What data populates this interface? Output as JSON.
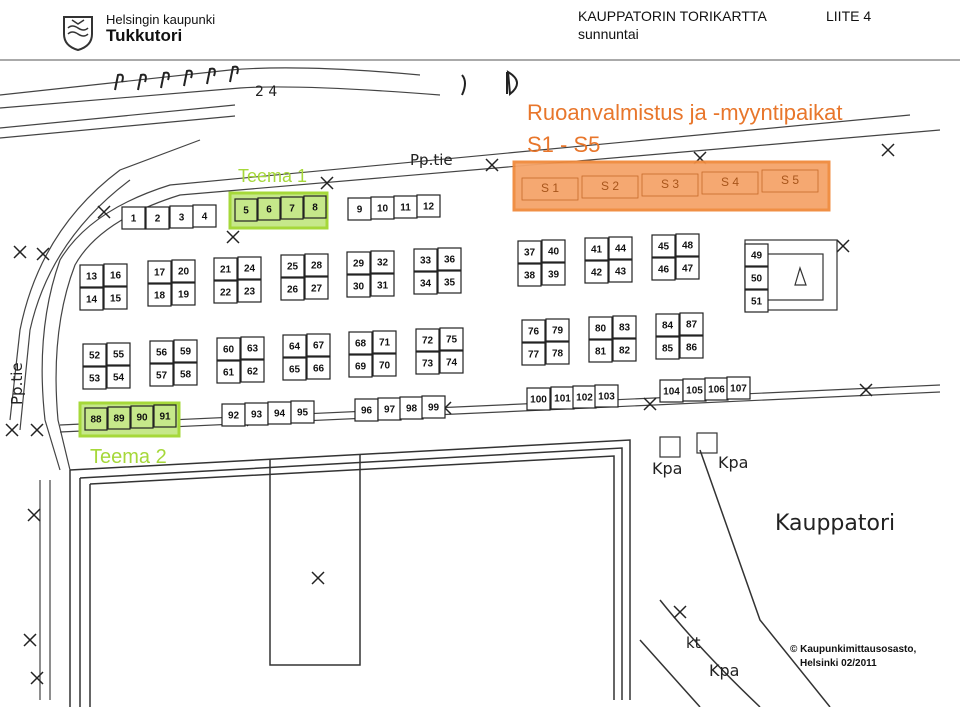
{
  "header": {
    "org_line1": "Helsingin kaupunki",
    "org_line2": "Tukkutori",
    "title": "KAUPPATORIN TORIKARTTA",
    "subtitle": "sunnuntai",
    "appendix": "LIITE 4"
  },
  "map": {
    "heading_line1": "Ruoanvalmistus ja -myyntipaikat",
    "heading_line2": "S1 - S5",
    "theme1_label": "Teema 1",
    "theme2_label": "Teema 2",
    "street_pp_top": "Pp.tie",
    "street_pp_left": "Pp.tie",
    "kpa1": "Kpa",
    "kpa2": "Kpa",
    "kpa3": "Kpa",
    "kt": "kt",
    "square_name": "Kauppatori",
    "number_24": "2 4",
    "copyright_line1": "© Kaupunkimittausosasto,",
    "copyright_line2": "Helsinki 02/2011",
    "colors": {
      "orange": "#f08a3c",
      "green": "#a6d83a",
      "heading": "#e8762b"
    },
    "food_stalls": [
      "S 1",
      "S 2",
      "S 3",
      "S 4",
      "S 5"
    ],
    "theme1_stalls": [
      "5",
      "6",
      "7",
      "8"
    ],
    "theme2_stalls": [
      "88",
      "89",
      "90",
      "91"
    ],
    "stalls": [
      "1",
      "2",
      "3",
      "4",
      "9",
      "10",
      "11",
      "12",
      "13",
      "14",
      "15",
      "16",
      "17",
      "18",
      "19",
      "20",
      "21",
      "22",
      "23",
      "24",
      "25",
      "26",
      "27",
      "28",
      "29",
      "30",
      "31",
      "32",
      "33",
      "34",
      "35",
      "36",
      "37",
      "38",
      "39",
      "40",
      "41",
      "42",
      "43",
      "44",
      "45",
      "46",
      "47",
      "48",
      "49",
      "50",
      "51",
      "52",
      "53",
      "54",
      "55",
      "56",
      "57",
      "58",
      "59",
      "60",
      "61",
      "62",
      "63",
      "64",
      "65",
      "66",
      "67",
      "68",
      "69",
      "70",
      "71",
      "72",
      "73",
      "74",
      "75",
      "76",
      "77",
      "78",
      "79",
      "80",
      "81",
      "82",
      "83",
      "84",
      "85",
      "86",
      "87",
      "92",
      "93",
      "94",
      "95",
      "96",
      "97",
      "98",
      "99",
      "100",
      "101",
      "102",
      "103",
      "104",
      "105",
      "106",
      "107"
    ]
  }
}
